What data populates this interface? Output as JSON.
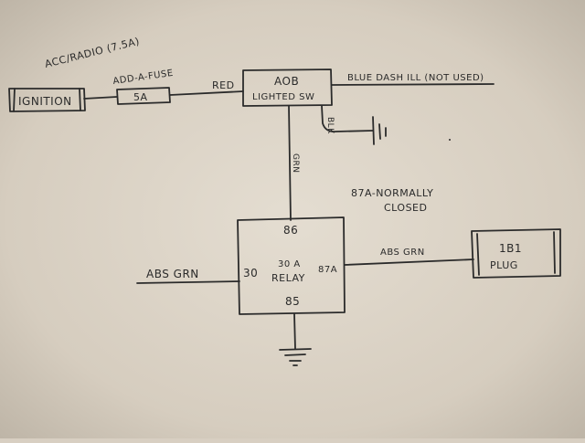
{
  "labels": {
    "acc_radio": "ACC/RADIO (7.5A)",
    "ignition": "IGNITION",
    "add_a_fuse": "ADD-A-FUSE",
    "fuse_rating": "5A",
    "red": "RED",
    "aob": "AOB",
    "lighted_sw": "LIGHTED SW",
    "blue_dash": "BLUE DASH ILL (NOT USED)",
    "blk": "BLK",
    "grn": "GRN",
    "note_line1": "87A-NORMALLY",
    "note_line2": "CLOSED",
    "abs_grn_left": "ABS GRN",
    "abs_grn_right": "ABS GRN",
    "pin_86": "86",
    "pin_30": "30",
    "pin_87a": "87A",
    "pin_85": "85",
    "relay_line1": "30 A",
    "relay_line2": "RELAY",
    "plug_line1": "1B1",
    "plug_line2": "PLUG"
  }
}
